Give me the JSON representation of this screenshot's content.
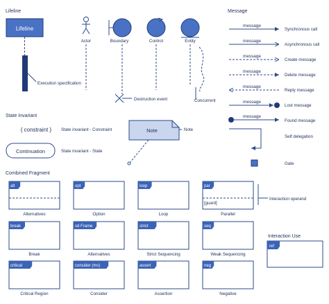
{
  "sections": {
    "lifeline": "Lifeline",
    "message": "Message",
    "state_invariant": "State Invariant",
    "combined_fragment": "Combined Fragment",
    "interaction_use": "Interaction Use"
  },
  "lifeline": {
    "box_label": "Lifeline",
    "actor": "Actor",
    "boundary": "Boundary",
    "control": "Control",
    "entity": "Entity",
    "execution_spec": "Execution specification",
    "destruction": "Destruction event",
    "concurrent": "Concurrent"
  },
  "messages": [
    {
      "text": "message",
      "label": "Synchronous call"
    },
    {
      "text": "message",
      "label": "Asynchronous call"
    },
    {
      "text": "message",
      "label": "Create message"
    },
    {
      "text": "message",
      "label": "Delete message"
    },
    {
      "text": "message",
      "label": "Reply message"
    },
    {
      "text": "message",
      "label": "Lost message"
    },
    {
      "text": "message",
      "label": "Found message"
    }
  ],
  "self_delegation": "Self delegation",
  "gate": "Gate",
  "state": {
    "constraint_text": "{ constraint }",
    "constraint_label": "State invariant - Constraint",
    "continuation_text": "Continuation",
    "continuation_label": "State invariant - State",
    "note_text": "Note",
    "note_label": "Note"
  },
  "fragments": [
    {
      "tab": "alt",
      "caption": "Alternatives"
    },
    {
      "tab": "opt",
      "caption": "Option"
    },
    {
      "tab": "loop",
      "caption": "Loop"
    },
    {
      "tab": "par",
      "caption": "Parallel",
      "guard": "[guard]"
    },
    {
      "tab": "break",
      "caption": "Break"
    },
    {
      "tab": "sd Frame",
      "caption": "Alternatives"
    },
    {
      "tab": "strict",
      "caption": "Strict Sequencing"
    },
    {
      "tab": "seq",
      "caption": "Weak Sequencing"
    },
    {
      "tab": "critical",
      "caption": "Critical Region"
    },
    {
      "tab": "consider (ms)",
      "caption": "Consider"
    },
    {
      "tab": "assert",
      "caption": "Assertion"
    },
    {
      "tab": "neg",
      "caption": "Negative"
    }
  ],
  "interaction_operand": "Interaction operand",
  "interaction_use_tab": "ref"
}
